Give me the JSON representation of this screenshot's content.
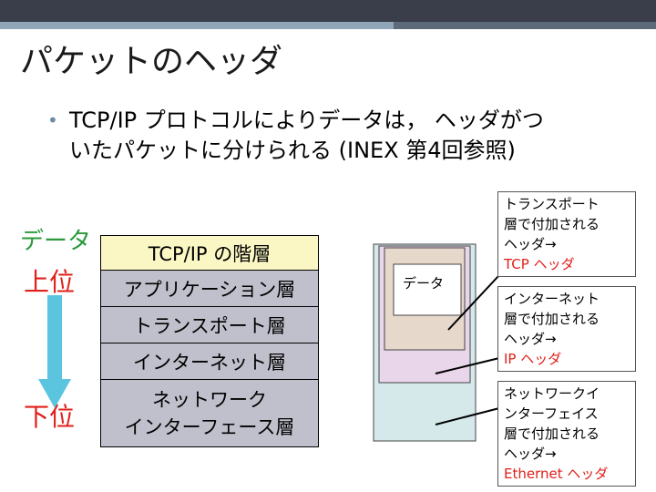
{
  "slide": {
    "title": "パケットのヘッダ",
    "bullet_line1": "TCP/IP プロトコルによりデータは， ヘッダがつ",
    "bullet_line2": "いたパケットに分けられる (INEX 第4回参照)"
  },
  "side": {
    "data": "データ",
    "upper": "上位",
    "lower": "下位"
  },
  "layers": {
    "header": "TCP/IP の階層",
    "application": "アプリケーション層",
    "transport": "トランスポート層",
    "internet": "インターネット層",
    "netif_line1": "ネットワーク",
    "netif_line2": "インターフェース層"
  },
  "packet": {
    "data_label": "データ",
    "tcp_box": {
      "l1": "トランスポート",
      "l2": "層で付加される",
      "l3": "ヘッダ→",
      "red": "TCP ヘッダ"
    },
    "ip_box": {
      "l1": "インターネット",
      "l2": "層で付加される",
      "l3": "ヘッダ→",
      "red": "IP ヘッダ"
    },
    "eth_box": {
      "l1": "ネットワークイ",
      "l2": "ンターフェイス",
      "l3": "層で付加される",
      "l4": "ヘッダ→",
      "red": "Ethernet ヘッダ"
    }
  },
  "colors": {
    "tcp_header": "#e7d8cc",
    "ip_header": "#e9d6ea",
    "eth_header": "#d5e8ea",
    "arrow": "#5bc4de"
  }
}
